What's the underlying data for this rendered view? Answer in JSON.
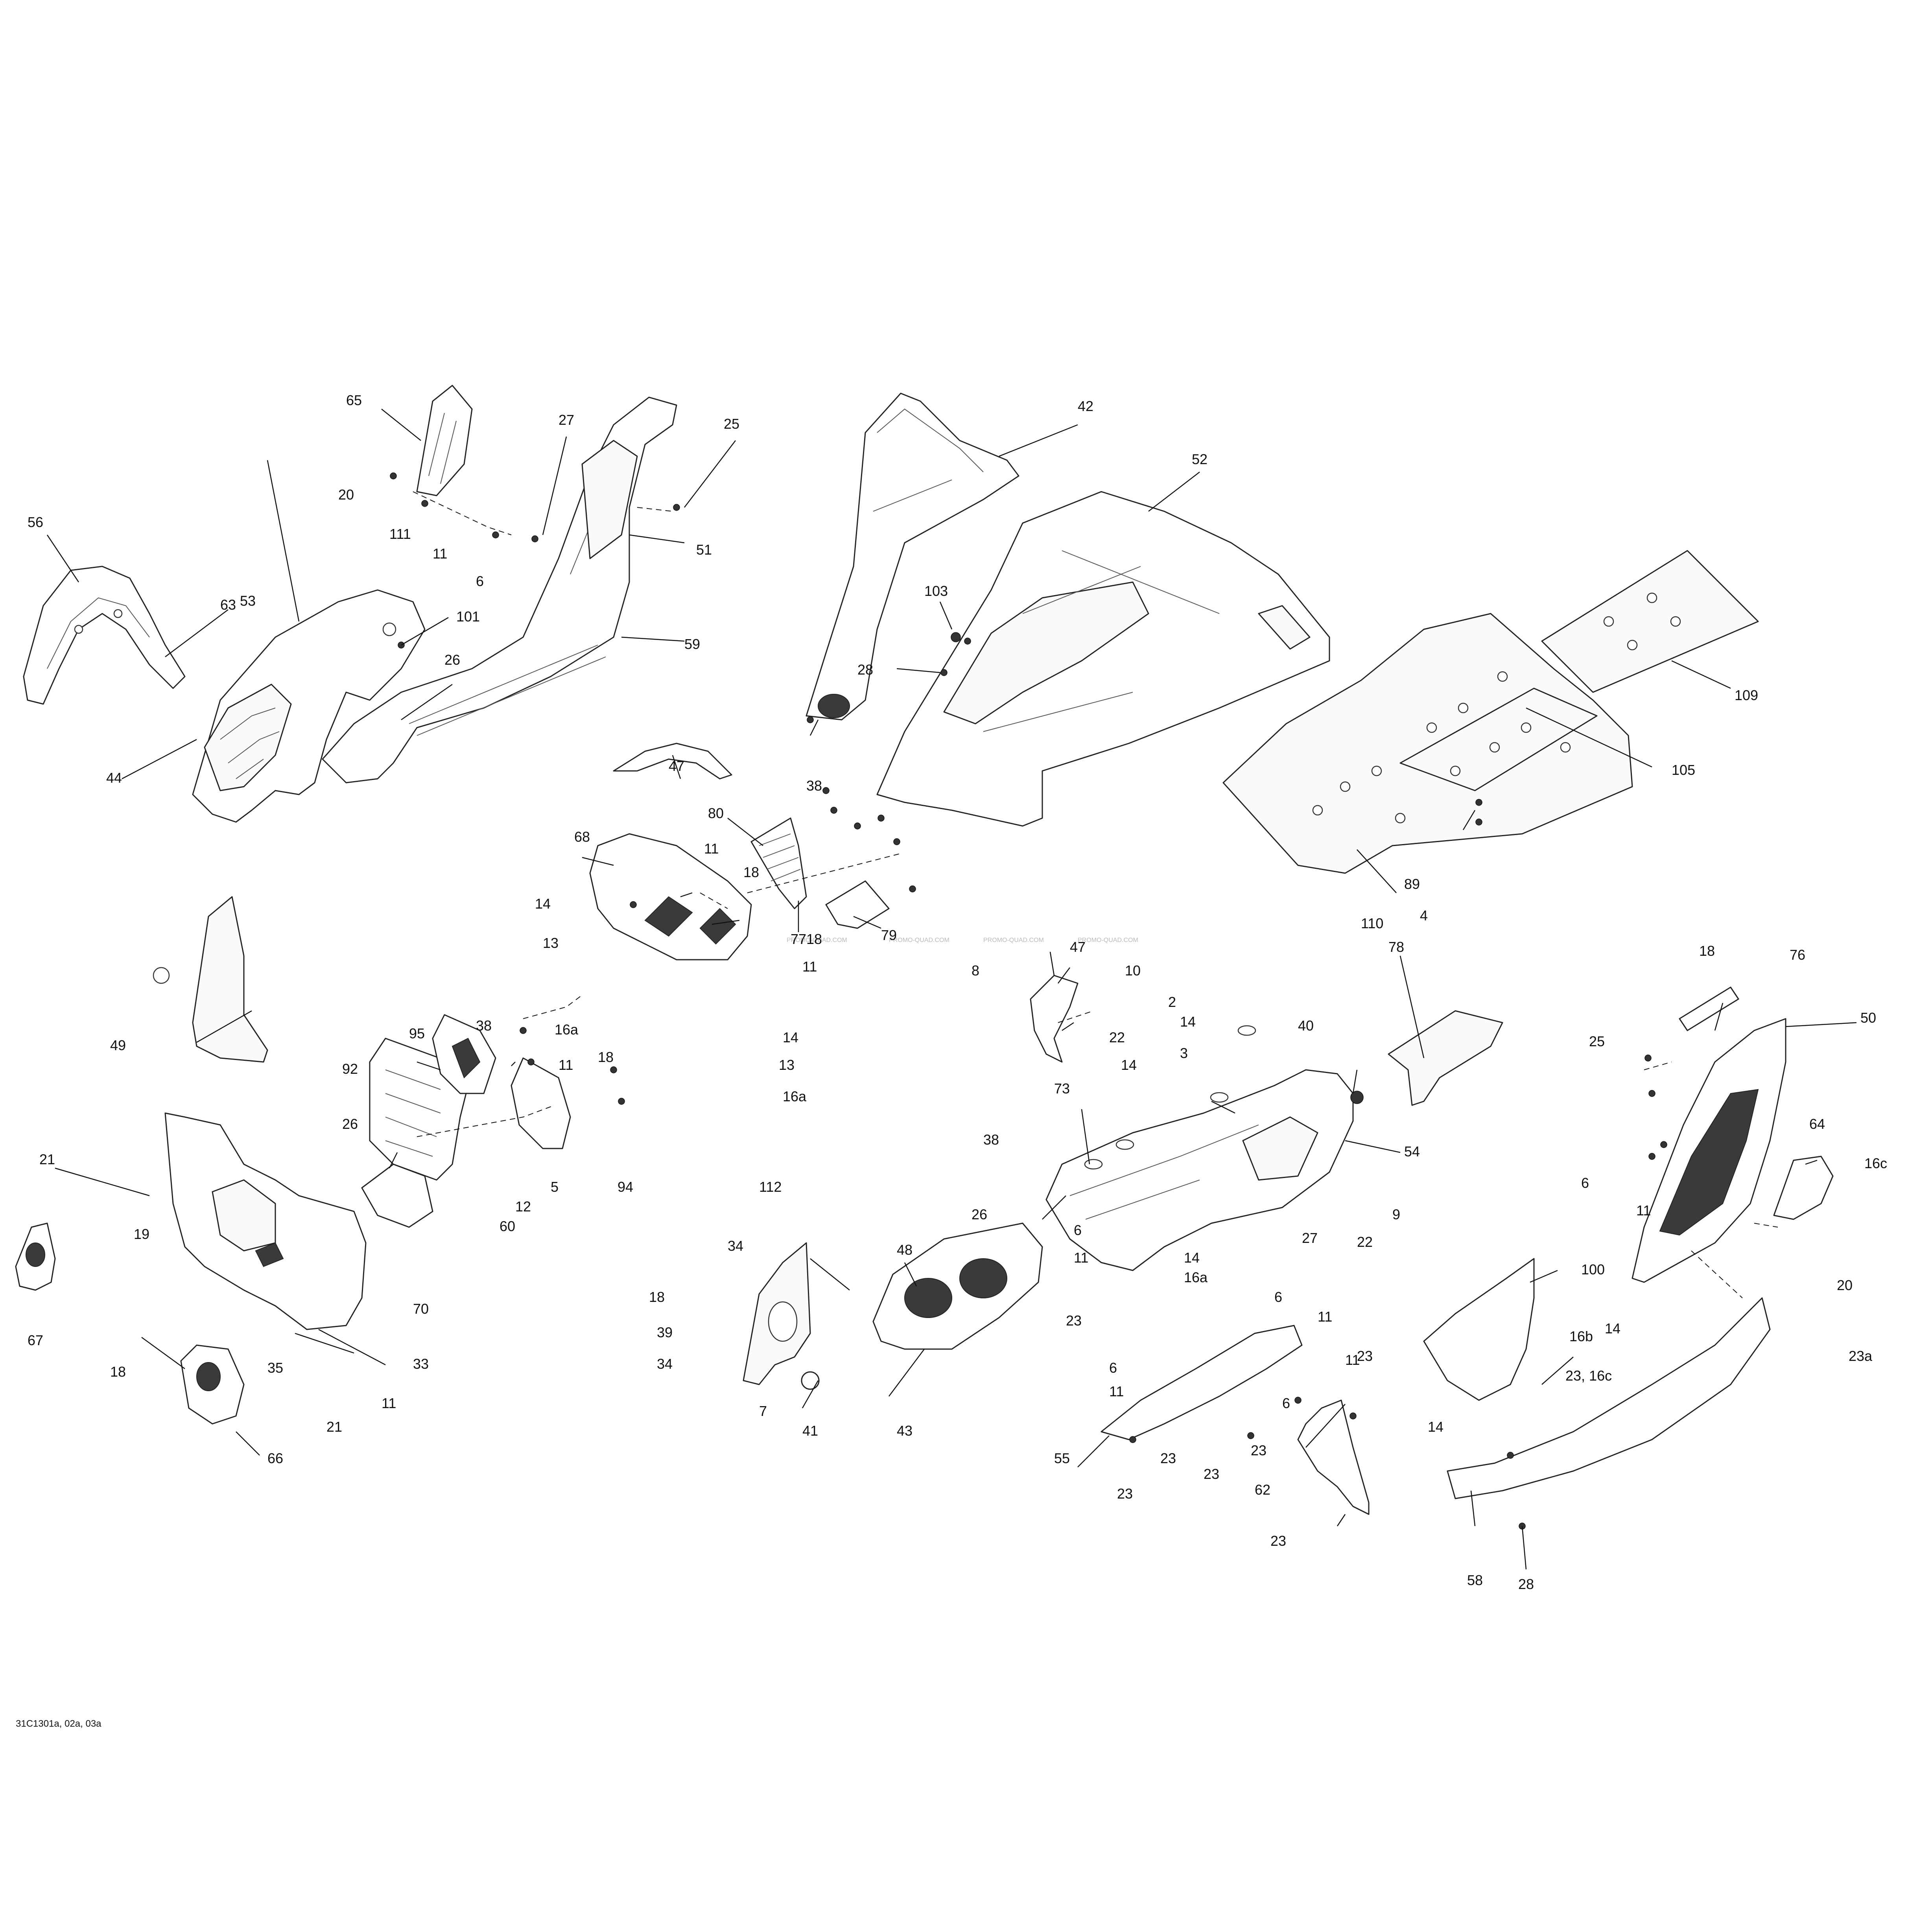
{
  "diagram": {
    "title": "",
    "reference": "31C1301a, 02a, 03a",
    "watermark": "PROMO-QUAD.COM",
    "callouts": [
      "2",
      "3",
      "4",
      "5",
      "6",
      "7",
      "8",
      "9",
      "10",
      "11",
      "12",
      "13",
      "14",
      "16a",
      "16b",
      "16c",
      "18",
      "19",
      "20",
      "21",
      "22",
      "23",
      "23a",
      "23, 16c",
      "25",
      "26",
      "27",
      "28",
      "33",
      "34",
      "35",
      "38",
      "39",
      "40",
      "41",
      "42",
      "43",
      "44",
      "47",
      "48",
      "49",
      "50",
      "51",
      "52",
      "53",
      "54",
      "55",
      "56",
      "58",
      "59",
      "60",
      "62",
      "63",
      "64",
      "65",
      "66",
      "67",
      "68",
      "70",
      "73",
      "76",
      "77",
      "78",
      "79",
      "80",
      "89",
      "92",
      "94",
      "95",
      "100",
      "101",
      "103",
      "105",
      "109",
      "110",
      "111",
      "112"
    ]
  }
}
